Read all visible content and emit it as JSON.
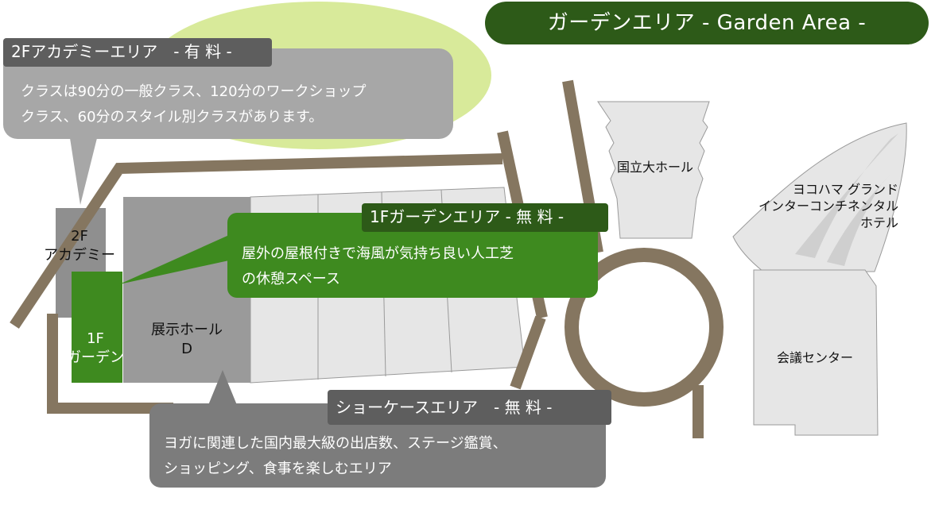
{
  "title": "ガーデンエリア - Garden Area -",
  "academy_box": {
    "header": "2Fアカデミーエリア　- 有 料 -",
    "line1": "クラスは90分の一般クラス、120分のワークショップ",
    "line2": "クラス、60分のスタイル別クラスがあります。"
  },
  "garden_box": {
    "header": "1Fガーデンエリア - 無 料 -",
    "line1": "屋外の屋根付きで海風が気持ち良い人工芝",
    "line2": "の休憩スペース"
  },
  "showcase_box": {
    "header": "ショーケースエリア　- 無 料 -",
    "line1": "ヨガに関連した国内最大級の出店数、ステージ鑑賞、",
    "line2": "ショッピング、食事を楽しむエリア"
  },
  "labels": {
    "academy_2f_line1": "2F",
    "academy_2f_line2": "アカデミー",
    "garden_1f_line1": "1F",
    "garden_1f_line2": "ガーデン",
    "hall_d_line1": "展示ホール",
    "hall_d_line2": "D",
    "national_hall": "国立大ホール",
    "hotel_line1": "ヨコハマ グランド",
    "hotel_line2": "インターコンチネンタル",
    "hotel_line3": "ホテル",
    "conference_center": "会議センター"
  },
  "colors": {
    "road": "#857660",
    "dark_green": "#2d5a18",
    "green": "#3e8a1f",
    "light_green": "#d8ea9a",
    "dark_gray": "#5e5e5e",
    "mid_gray": "#8f8f8f",
    "light_gray": "#e6e6e6"
  }
}
